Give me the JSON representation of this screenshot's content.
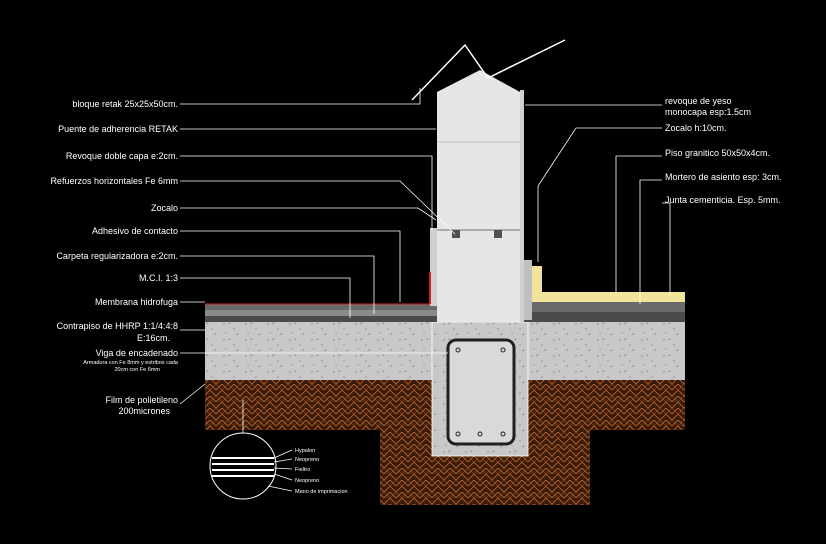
{
  "colors": {
    "background": "#000000",
    "leader": "#ffffff",
    "block": "#e6e6e6",
    "concrete": "#cfcfcf",
    "soil": "#7a3f1c",
    "granite": "#f2e39a",
    "membrane_red": "#d42020"
  },
  "left_labels": [
    "bloque retak 25x25x50cm.",
    "Puente de adherencia RETAK",
    "Revoque doble capa e:2cm.",
    "Refuerzos horizontales Fe 6mm",
    "Zocalo",
    "Adhesivo de contacto",
    "Carpeta regularizadora e:2cm.",
    "M.C.I. 1:3",
    "Membrana hidrofuga",
    "Contrapiso de HHRP 1:1/4:4:8",
    "E:16cm.",
    "Viga de encadenado",
    "Armadura con Fe 8mm y estribos cada",
    "20cm con Fe 6mm",
    "Film de polietileno",
    "200micrones"
  ],
  "right_labels": [
    "revoque de yeso",
    "monocapa esp:1.5cm",
    "Zocalo h:10cm.",
    "Piso granitico 50x50x4cm.",
    "Mortero de asiento esp: 3cm.",
    "Junta cementicia. Esp. 5mm."
  ],
  "detail_labels": [
    "Hypalon",
    "Neopreno",
    "Fieltro",
    "Neopreno",
    "Mano de imprimacion"
  ]
}
